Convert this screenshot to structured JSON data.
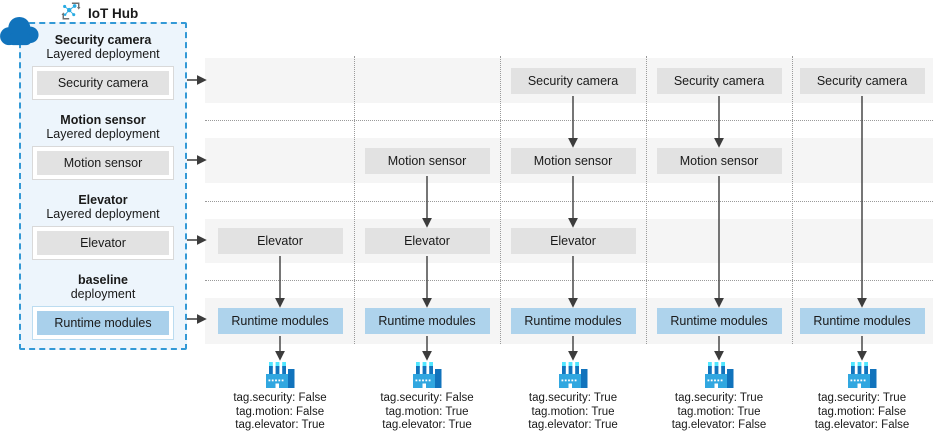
{
  "header": {
    "title": "IoT Hub",
    "icon": "iot-hub-icon"
  },
  "hub": {
    "deployments": [
      {
        "title": "Security camera",
        "subtitle": "Layered deployment",
        "box_label": "Security camera",
        "style": "gray"
      },
      {
        "title": "Motion sensor",
        "subtitle": "Layered deployment",
        "box_label": "Motion sensor",
        "style": "gray"
      },
      {
        "title": "Elevator",
        "subtitle": "Layered deployment",
        "box_label": "Elevator",
        "style": "gray"
      },
      {
        "title": "baseline",
        "subtitle": "deployment",
        "box_label": "Runtime modules",
        "style": "blue"
      }
    ]
  },
  "rows": [
    "security",
    "motion",
    "elevator",
    "runtime"
  ],
  "columns": [
    {
      "modules": [
        {
          "row": "elevator",
          "label": "Elevator",
          "style": "gray"
        },
        {
          "row": "runtime",
          "label": "Runtime modules",
          "style": "blue"
        }
      ],
      "device_icon": "factory-icon",
      "tags": [
        "tag.security: False",
        "tag.motion: False",
        "tag.elevator: True"
      ]
    },
    {
      "modules": [
        {
          "row": "motion",
          "label": "Motion sensor",
          "style": "gray"
        },
        {
          "row": "elevator",
          "label": "Elevator",
          "style": "gray"
        },
        {
          "row": "runtime",
          "label": "Runtime modules",
          "style": "blue"
        }
      ],
      "device_icon": "factory-icon",
      "tags": [
        "tag.security: False",
        "tag.motion: True",
        "tag.elevator: True"
      ]
    },
    {
      "modules": [
        {
          "row": "security",
          "label": "Security camera",
          "style": "gray"
        },
        {
          "row": "motion",
          "label": "Motion sensor",
          "style": "gray"
        },
        {
          "row": "elevator",
          "label": "Elevator",
          "style": "gray"
        },
        {
          "row": "runtime",
          "label": "Runtime modules",
          "style": "blue"
        }
      ],
      "device_icon": "factory-icon",
      "tags": [
        "tag.security: True",
        "tag.motion: True",
        "tag.elevator: True"
      ]
    },
    {
      "modules": [
        {
          "row": "security",
          "label": "Security camera",
          "style": "gray"
        },
        {
          "row": "motion",
          "label": "Motion sensor",
          "style": "gray"
        },
        {
          "row": "runtime",
          "label": "Runtime modules",
          "style": "blue"
        }
      ],
      "device_icon": "factory-icon",
      "tags": [
        "tag.security: True",
        "tag.motion: True",
        "tag.elevator: False"
      ]
    },
    {
      "modules": [
        {
          "row": "security",
          "label": "Security camera",
          "style": "gray"
        },
        {
          "row": "runtime",
          "label": "Runtime modules",
          "style": "blue"
        }
      ],
      "device_icon": "factory-icon",
      "tags": [
        "tag.security: True",
        "tag.motion: False",
        "tag.elevator: False"
      ]
    }
  ],
  "colors": {
    "hub_border": "#3399d6",
    "hub_fill": "#edf5fc",
    "band_fill": "#f5f5f5",
    "module_fill": "#e2e2e2",
    "runtime_fill": "#aed3ec",
    "cloud_blue": "#1173bc",
    "factory_blue": "#31a7e0",
    "factory_dark": "#1173bc",
    "chimney_cyan": "#50e6ff",
    "arrow": "#3c3c3c",
    "separator": "#9a9a9a"
  }
}
